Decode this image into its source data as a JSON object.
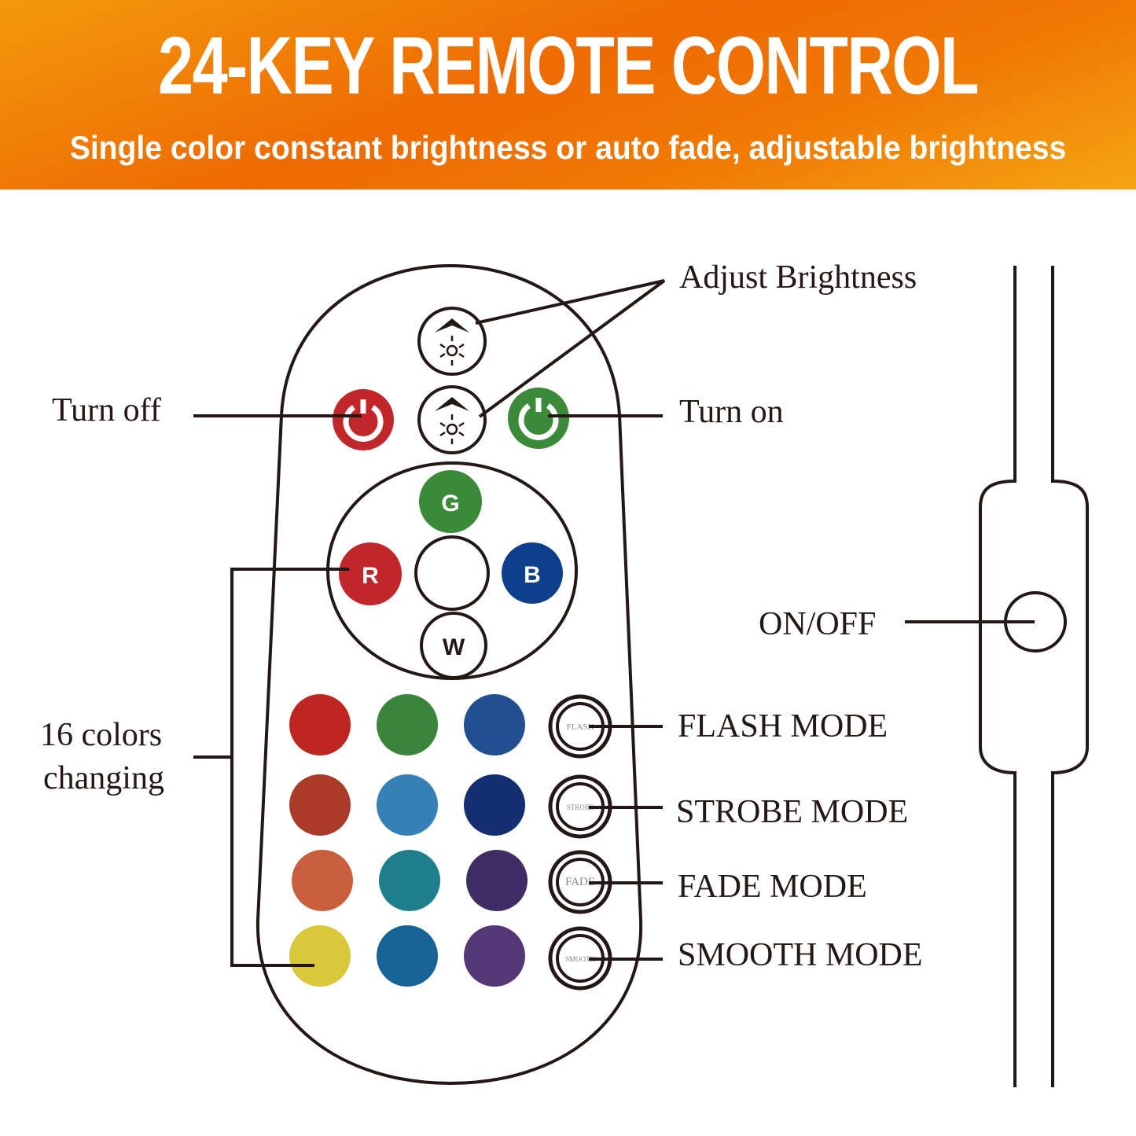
{
  "banner": {
    "title": "24-KEY REMOTE  CONTROL",
    "subtitle": "Single color constant brightness or auto fade, adjustable brightness",
    "colors": {
      "dark": "#ee6a02",
      "light": "#f5a514"
    }
  },
  "labels": {
    "adjust_brightness": "Adjust Brightness",
    "turn_off": "Turn off",
    "turn_on": "Turn on",
    "colors_line1": "16 colors",
    "colors_line2": "changing",
    "on_off": "ON/OFF",
    "flash_mode": "FLASH MODE",
    "strobe_mode": "STROBE MODE",
    "fade_mode": "FADE MODE",
    "smooth_mode": "SMOOTH MODE"
  },
  "remote": {
    "brightness_up_icon": "brightness-up-icon",
    "brightness_down_icon": "brightness-down-icon",
    "power_off": {
      "icon": "power-icon",
      "color": "#c0262a"
    },
    "power_on": {
      "icon": "power-icon",
      "color": "#3a8a3a"
    },
    "rgbw_keys": [
      {
        "label": "G",
        "color": "#3a8a3a"
      },
      {
        "label": "R",
        "color": "#c0262a"
      },
      {
        "label": "B",
        "color": "#0d3f8a"
      },
      {
        "label": "W",
        "color": "#ffffff"
      }
    ],
    "color_keys": [
      [
        "#be2621",
        "#3a843c",
        "#214f92"
      ],
      [
        "#ab3a28",
        "#3581b6",
        "#132f72"
      ],
      [
        "#c95e3d",
        "#1f7e8b",
        "#3f2e66"
      ],
      [
        "#d8c83a",
        "#176395",
        "#543776"
      ]
    ],
    "mode_keys": [
      "FLASH",
      "STROBE",
      "FADE",
      "SMOOTH"
    ]
  },
  "controller": {
    "switch_icon": "on-off-switch-icon"
  }
}
